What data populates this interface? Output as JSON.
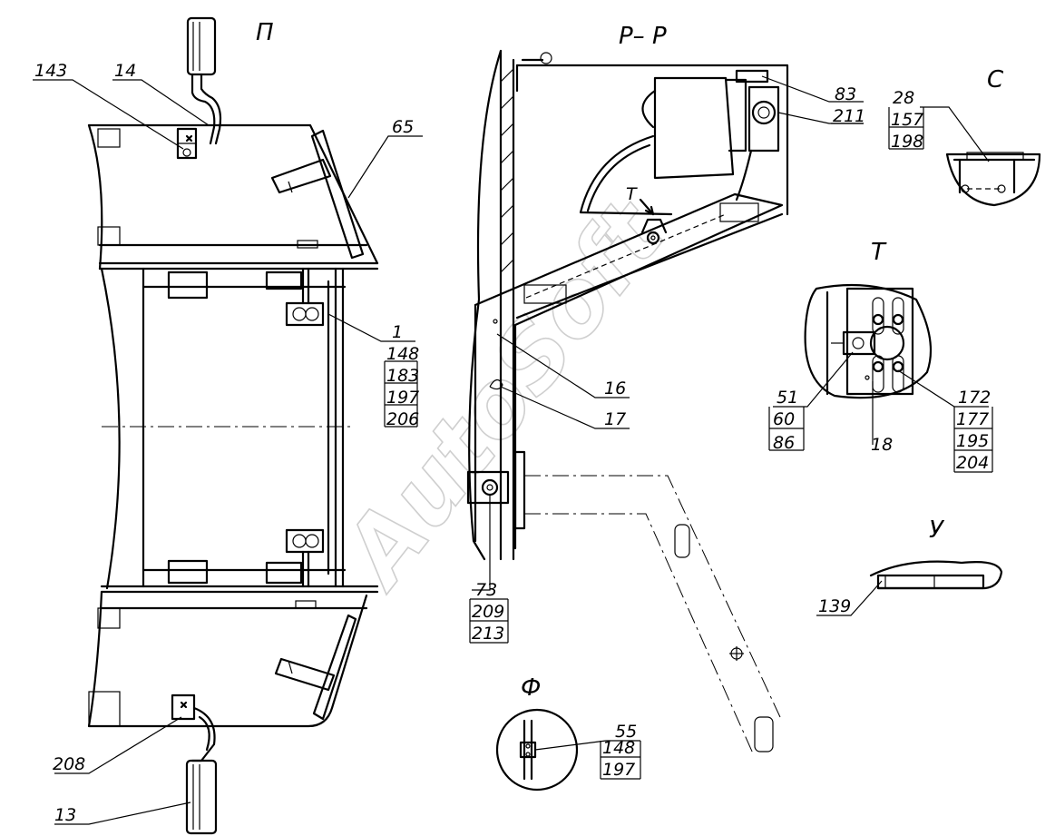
{
  "views": {
    "P": "П",
    "RR": "Р– Р",
    "S": "С",
    "T": "Т",
    "U": "У",
    "F": "Ф",
    "arrow_T": "Т"
  },
  "watermark": "AutoSoft",
  "callouts": {
    "c143": "143",
    "c14": "14",
    "c65": "65",
    "c1": "1",
    "c148a": "148",
    "c183": "183",
    "c197a": "197",
    "c206": "206",
    "c208": "208",
    "c13": "13",
    "c83": "83",
    "c211": "211",
    "c16": "16",
    "c17": "17",
    "c73": "73",
    "c209": "209",
    "c213": "213",
    "c28": "28",
    "c157": "157",
    "c198": "198",
    "c51": "51",
    "c60": "60",
    "c86": "86",
    "c18": "18",
    "c172": "172",
    "c177": "177",
    "c195": "195",
    "c204": "204",
    "c139": "139",
    "c55": "55",
    "c148b": "148",
    "c197b": "197"
  }
}
